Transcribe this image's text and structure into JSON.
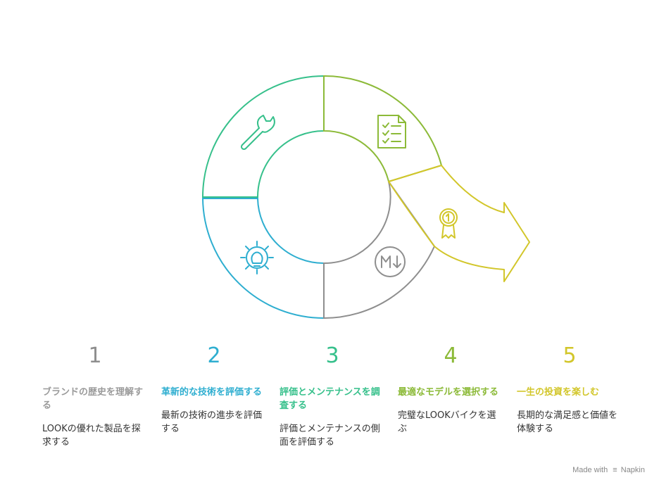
{
  "colors": {
    "step1": "#8e8e8e",
    "step2": "#2eaed0",
    "step3": "#36c08b",
    "step4": "#8cba38",
    "step5": "#d2c62a"
  },
  "steps": [
    {
      "number": "1",
      "title": "ブランドの歴史を理解する",
      "description": "LOOKの優れた製品を探求する",
      "icon": "m-down-icon"
    },
    {
      "number": "2",
      "title": "革新的な技術を評価する",
      "description": "最新の技術の進歩を評価する",
      "icon": "gear-bulb-icon"
    },
    {
      "number": "3",
      "title": "評価とメンテナンスを調査する",
      "description": "評価とメンテナンスの側面を評価する",
      "icon": "wrench-icon"
    },
    {
      "number": "4",
      "title": "最適なモデルを選択する",
      "description": "完璧なLOOKバイクを選ぶ",
      "icon": "checklist-icon"
    },
    {
      "number": "5",
      "title": "一生の投資を楽しむ",
      "description": "長期的な満足感と価値を体験する",
      "icon": "medal-icon"
    }
  ],
  "brand": {
    "prefix": "Made with",
    "name": "Napkin"
  }
}
